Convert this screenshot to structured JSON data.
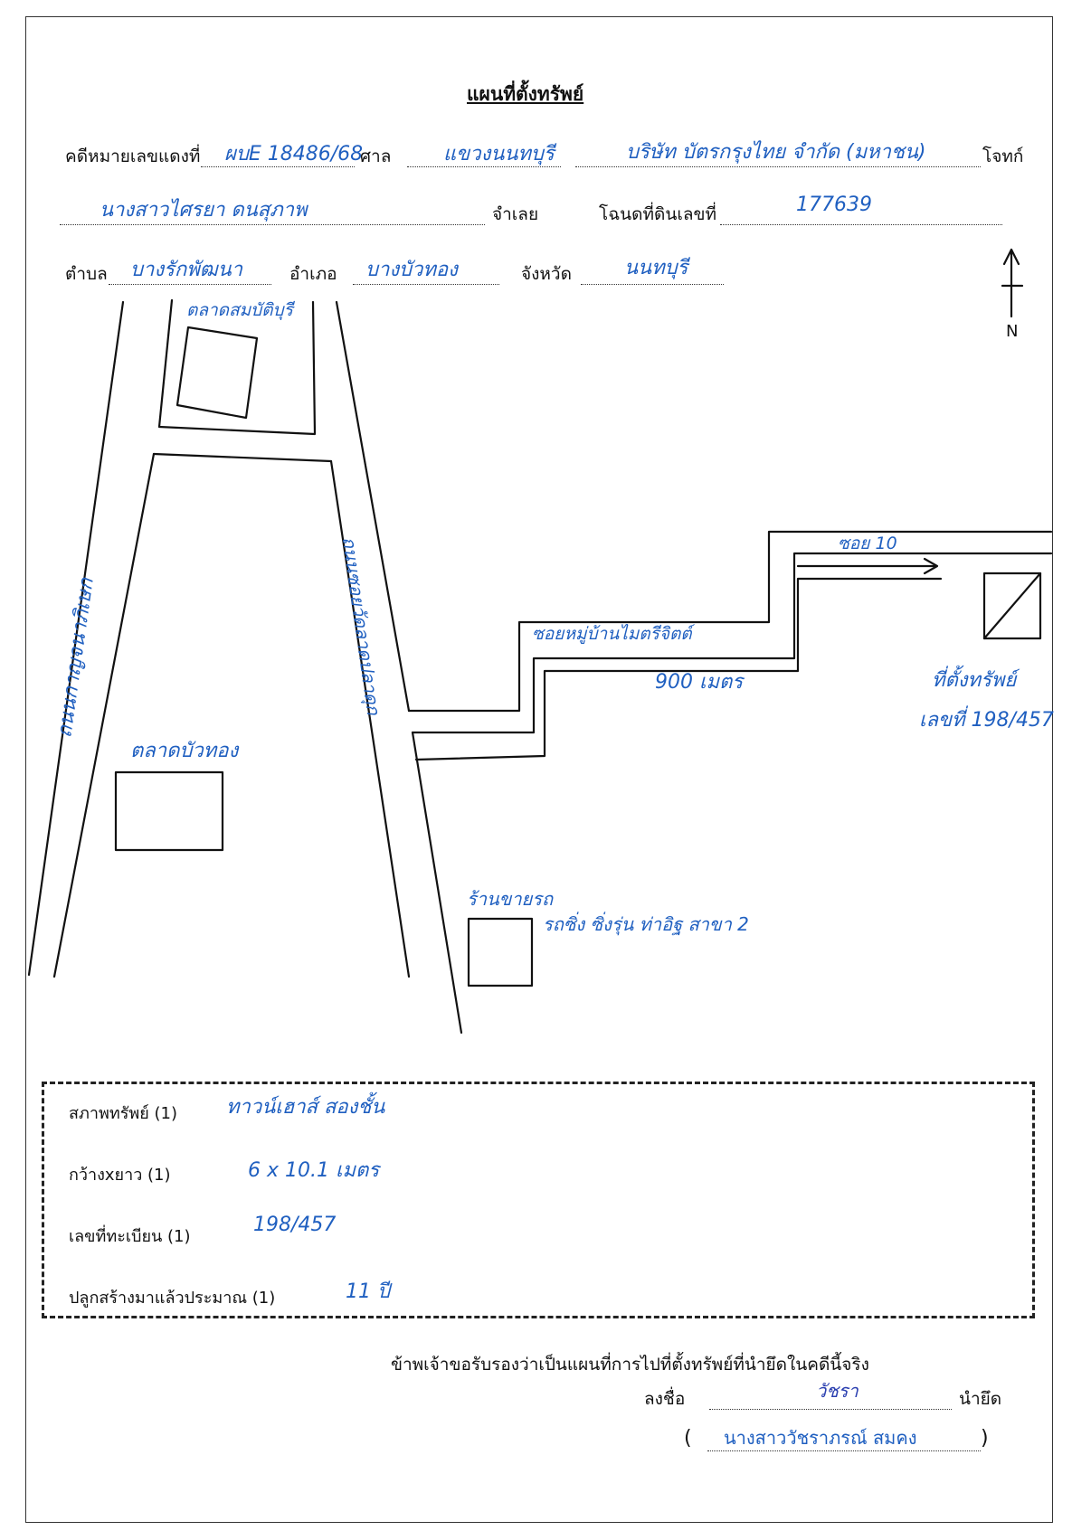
{
  "document": {
    "title": "แผนที่ตั้งทรัพย์"
  },
  "case": {
    "case_no_label": "คดีหมายเลขแดงที่",
    "case_no_value": "ผบE 18486/68",
    "court_label": "ศาล",
    "court_value": "แขวงนนทบุรี",
    "plaintiff_value": "บริษัท บัตรกรุงไทย จำกัด (มหาชน)",
    "plaintiff_label": "โจทก์",
    "defendant_value": "นางสาวไศรยา ดนสุภาพ",
    "defendant_label": "จำเลย",
    "deed_label": "โฉนดที่ดินเลขที่",
    "deed_value": "177639",
    "subdistrict_label": "ตำบล",
    "subdistrict_value": "บางรักพัฒนา",
    "district_label": "อำเภอ",
    "district_value": "บางบัวทอง",
    "province_label": "จังหวัด",
    "province_value": "นนทบุรี"
  },
  "map": {
    "north_label": "N",
    "market_top": "ตลาดสมบัติบุรี",
    "market_left": "ตลาดบัวทอง",
    "road_left": "ถนนกาญจนาภิเษก",
    "road_middle": "ถนนซอยวัดลาดปลาดุก",
    "soi_village": "ซอยหมู่บ้านไมตรีจิตต์",
    "soi_10": "ซอย 10",
    "distance": "900 เมตร",
    "property_label": "ที่ตั้งทรัพย์",
    "property_no": "เลขที่ 198/457",
    "shop_line1": "ร้านขายรถ",
    "shop_line2": "รถซิ่ง ซิ่งรุ่น ท่าอิฐ สาขา 2"
  },
  "info": {
    "condition_label": "สภาพทรัพย์  (1)",
    "condition_value": "ทาวน์เฮาส์ สองชั้น",
    "size_label": "กว้างxยาว    (1)",
    "size_value": "6 x 10.1 เมตร",
    "reg_label": "เลขที่ทะเบียน (1)",
    "reg_value": "198/457",
    "age_label": "ปลูกสร้างมาแล้วประมาณ  (1)",
    "age_value": "11 ปี"
  },
  "certify": {
    "statement": "ข้าพเจ้าขอรับรองว่าเป็นแผนที่การไปที่ตั้งทรัพย์ที่นำยึดในคดีนี้จริง",
    "sign_label": "ลงชื่อ",
    "signature": "วัชรา",
    "seizer_label": "นำยึด",
    "open_paren": "(",
    "name_value": "นางสาววัชราภรณ์ สมคง",
    "close_paren": ")"
  }
}
